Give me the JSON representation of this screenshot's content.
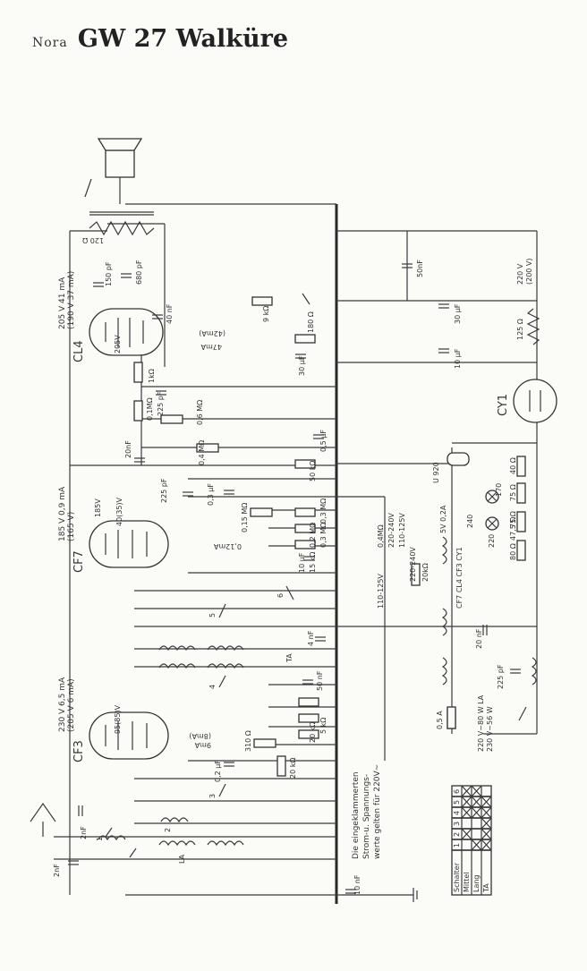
{
  "title": {
    "brand": "Nora",
    "model": "GW 27 Walküre"
  },
  "tubes": {
    "cl4": "CL4",
    "cf7": "CF7",
    "cf3": "CF3",
    "cy1": "CY1"
  },
  "operating_points": {
    "cl4": [
      "205 V 41 mA",
      "(190 V 37 mA)"
    ],
    "cf7": [
      "185 V 0,9 mA",
      "(165 V)"
    ],
    "cf3": [
      "230 V 6,5 mA",
      "(205 V 6 mA)"
    ]
  },
  "labels": {
    "lbl_205v": "205V",
    "lbl_185v": "185V",
    "lbl_95v": "95(85)V",
    "lbl_40v": "40(35)V",
    "lbl_47ma": "47mA",
    "lbl_42ma": "(42mA)",
    "lbl_012ma": "0,12mA",
    "lbl_8ma": "(8mA)",
    "lbl_9ma": "9mA",
    "r_120": "120 Ω",
    "c_150": "150 pF",
    "c_680": "680 pF",
    "c_40nf": "40 nF",
    "r_9k": "9 kΩ",
    "r_180": "180 Ω",
    "c_30uf_a": "30 µF",
    "r_1k": "1kΩ",
    "c_30uf_b": "30 µF",
    "c_10uf": "10 µF",
    "c_50nf_top": "50nF",
    "c_225pf_a": "225 pF",
    "r_01m": "0,1MΩ",
    "r_06m": "0,6 MΩ",
    "c_20nf": "20nF",
    "r_04m": "0,4 MΩ",
    "c_05uf": "0,5 µF",
    "r_50k": "50 kΩ",
    "c_225pf_b": "225 pF",
    "c_03uf": "0,3 µF",
    "r_015m": "0,15 MΩ",
    "r_03m_a": "0,3 MΩ",
    "r_02m": "0,2 MΩ",
    "r_03m_b": "0,3 MΩ",
    "c_10uf_b": "10 µF",
    "r_15k": "15 kΩ",
    "v_220": "220 V",
    "v_200": "(200 V)",
    "r_125": "125 Ω",
    "lamp_u920": "U 920",
    "fuse_5v": "5V 0,2A",
    "r_40": "40 Ω",
    "r_75a": "75 Ω",
    "r_75b": "75 Ω",
    "r_475": "47,5 Ω",
    "r_80": "80 Ω",
    "n_170": "170",
    "n_240": "240",
    "n_220": "220",
    "v_110_a": "110-125V",
    "v_220_a": "220-240V",
    "r_04mb": "0,4MΩ",
    "v_110_b": "110-125V",
    "v_220_b": "220-240V",
    "r_20k_a": "20kΩ",
    "heater_chain": "CF7  CL4  CF3  CY1",
    "c_20nf_b": "20 nF",
    "c_225pf_c": "225 pF",
    "c_50nf_b": "50 nF",
    "r_310": "310 Ω",
    "c_02pf": "0,2 µF",
    "r_20k_b": "20 kΩ",
    "r_5k": "5 kΩ",
    "r_20kb": "20 kΩ",
    "c_4nf": "4 nF",
    "fuse_05": "0,5 A",
    "mains_1": "220 V~80 W LA",
    "mains_2": "230 V~56 W",
    "c_2nf_a": "2nF",
    "c_2nf_b": "2nF",
    "c_10nf": "10 nF",
    "sw_6": "6",
    "sw_5": "5",
    "sw_4": "4",
    "sw_3": "3",
    "sw_2": "2",
    "sw_1": "1",
    "tap_ta": "TA",
    "tap_la": "LA"
  },
  "note": [
    "Die eingeklammerten",
    "Strom-u. Spannungs-",
    "werte gelten für 220V~"
  ],
  "switch_table": {
    "head": "Schalter",
    "cols": [
      "1",
      "2",
      "3",
      "4",
      "5",
      "6"
    ],
    "rows": [
      {
        "name": "Mittel",
        "marks": [
          false,
          true,
          false,
          true,
          true,
          true
        ]
      },
      {
        "name": "Lang",
        "marks": [
          true,
          false,
          false,
          true,
          true,
          true
        ]
      },
      {
        "name": "TA",
        "marks": [
          true,
          true,
          true,
          true,
          true,
          false
        ]
      }
    ]
  }
}
